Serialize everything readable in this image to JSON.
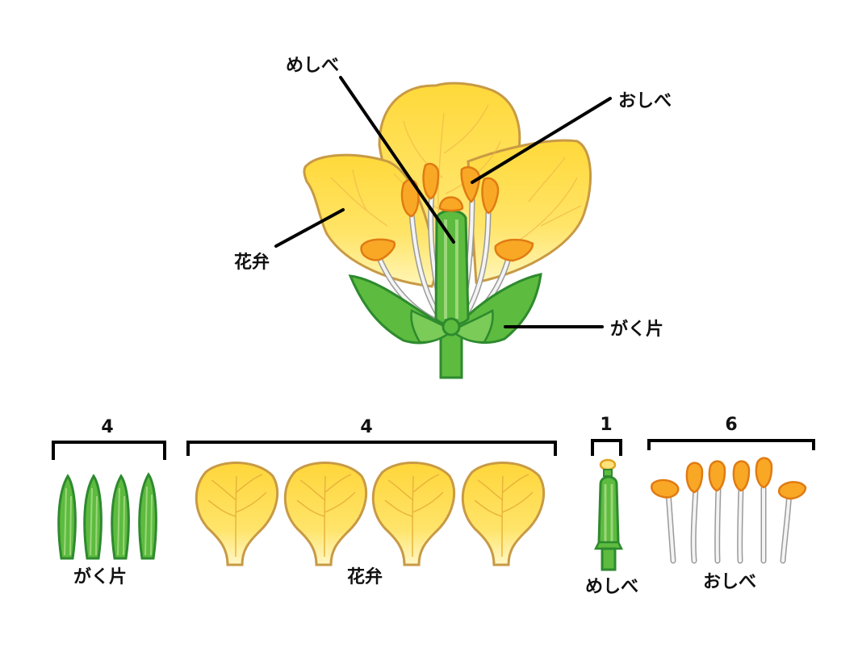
{
  "labels": {
    "pistil": "めしべ",
    "stamen": "おしべ",
    "petal": "花弁",
    "sepal": "がく片"
  },
  "parts": {
    "sepals": {
      "count": "4",
      "label": "がく片"
    },
    "petals": {
      "count": "4",
      "label": "花弁"
    },
    "pistil": {
      "count": "1",
      "label": "めしべ"
    },
    "stamens": {
      "count": "6",
      "label": "おしべ"
    }
  },
  "colors": {
    "petal_fill": "#FFD93A",
    "petal_light": "#FFF6B8",
    "petal_outline": "#C89A45",
    "green": "#5DBB3F",
    "green_light": "#9BD77A",
    "green_outline": "#2E8A2E",
    "anther": "#F9A826",
    "anther_outline": "#E07B12",
    "filament": "#F4F4F4",
    "filament_outline": "#9A9A9A",
    "line": "#000000"
  }
}
